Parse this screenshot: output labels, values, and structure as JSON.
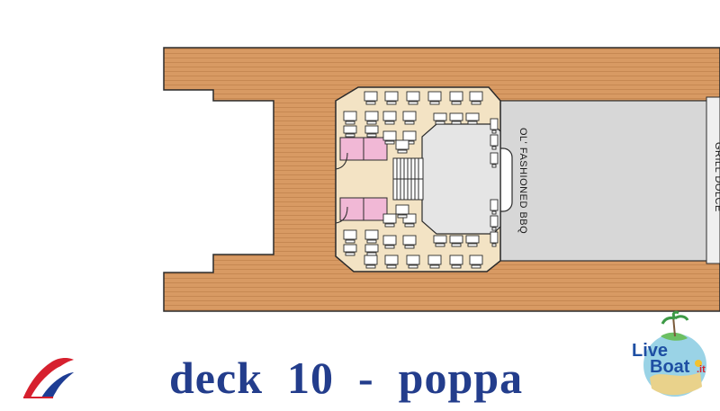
{
  "map": {
    "labels": {
      "bbq": "OL' FASHIONED BBQ",
      "grill": "GRILL DOLCE"
    },
    "colors": {
      "wood_deck": "#d89a63",
      "wood_line": "#bf7e48",
      "lounge": "#f3e3c4",
      "outline": "#2b2b2b",
      "grey_area": "#d7d7d7",
      "pink_booth": "#f1b8d6"
    }
  },
  "footer": {
    "title": "deck  10  -  poppa",
    "title_color": "#233d8c"
  },
  "logos": {
    "carnival": "carnival-funnel-logo",
    "liveboat_line1": "Live",
    "liveboat_line2": "Boat",
    "liveboat_suffix": ".it"
  }
}
